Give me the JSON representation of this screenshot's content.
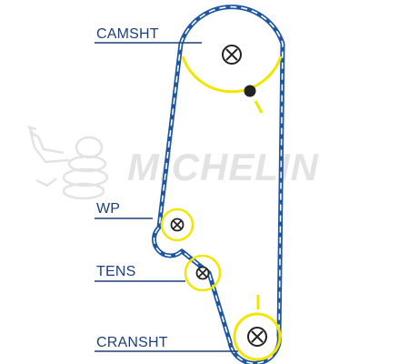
{
  "watermark": {
    "text": "MICHELIN"
  },
  "colors": {
    "belt": "#1e56a0",
    "belt_dash": "#ffffff",
    "pulley": "#f2e600",
    "label_text": "#1f3f78",
    "leader_line": "#1f3f78",
    "pin": "#222222",
    "watermark": "#e3e3e3"
  },
  "icons": {
    "pulley_center": "circle-x-icon",
    "timing_mark": "dot-icon",
    "watermark_logo": "michelin-man-logo"
  },
  "labels": {
    "camshaft": "CAMSHT",
    "water_pump": "WP",
    "tensioner": "TENS",
    "crankshaft": "CRANSHT"
  }
}
